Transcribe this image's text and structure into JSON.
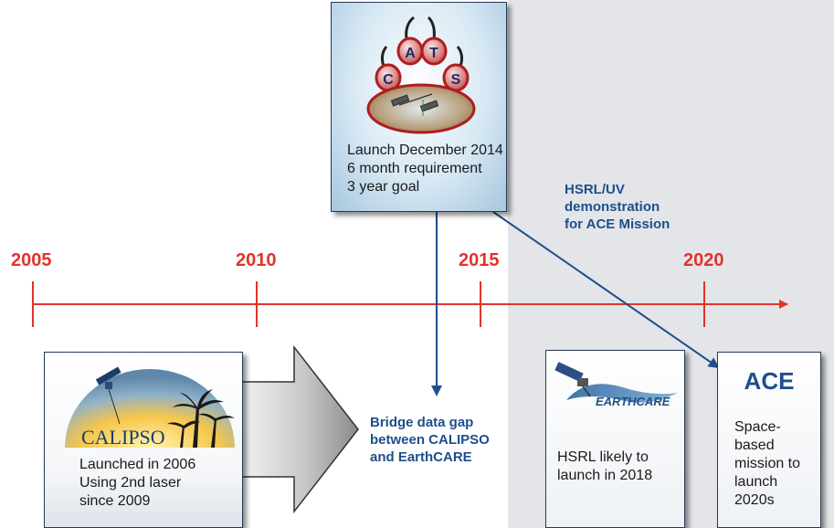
{
  "timeline": {
    "years": [
      "2005",
      "2010",
      "2015",
      "2020"
    ],
    "color": "#e2332b"
  },
  "cats": {
    "logo_letters": [
      "C",
      "A",
      "T",
      "S"
    ],
    "lines": [
      "Launch December 2014",
      "6 month requirement",
      "3 year goal"
    ]
  },
  "calipso": {
    "logo_text": "CALIPSO",
    "lines": [
      "Launched in 2006",
      "Using 2nd laser",
      "since 2009"
    ]
  },
  "bridge": {
    "lines": [
      "Bridge data gap",
      "between CALIPSO",
      "and EarthCARE"
    ]
  },
  "hsrl_uv": {
    "lines": [
      "HSRL/UV",
      "demonstration",
      "for ACE Mission"
    ]
  },
  "earthcare": {
    "logo_text": "EARTHCARE",
    "lines": [
      "HSRL likely to",
      "launch in 2018"
    ]
  },
  "ace": {
    "title": "ACE",
    "lines": [
      "Space-",
      "based",
      "mission to",
      "launch",
      "2020s"
    ]
  },
  "colors": {
    "label_blue": "#1f4e8c",
    "future_bg": "#e3e5e9"
  }
}
